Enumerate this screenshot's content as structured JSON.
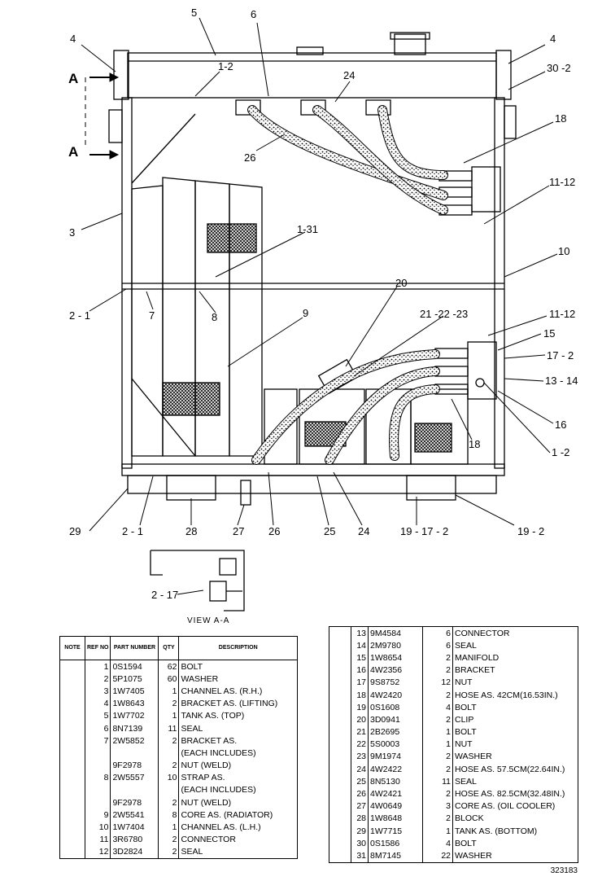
{
  "callouts": {
    "c4a": "4",
    "c5": "5",
    "c6": "6",
    "c4b": "4",
    "c30_2": "30  -2",
    "c1_2a": "1-2",
    "c24a": "24",
    "c18a": "18",
    "c26a": "26",
    "c11_12a": "11-12",
    "c3": "3",
    "c1_31": "1-31",
    "c10": "10",
    "c2_1a": "2 - 1",
    "c7": "7",
    "c8": "8",
    "c9": "9",
    "c20": "20",
    "c21_23": "21 -22  -23",
    "c11_12b": "11-12",
    "c15": "15",
    "c17_2": "17 - 2",
    "c13_14": "13 - 14",
    "c16": "16",
    "c1_2b": "1 -2",
    "c18b": "18",
    "c29": "29",
    "c2_1b": "2 - 1",
    "c28": "28",
    "c27": "27",
    "c26b": "26",
    "c25": "25",
    "c24b": "24",
    "c19_17_2": "19 - 17 - 2",
    "c19_2": "19 - 2",
    "cA1": "A",
    "cA2": "A",
    "c2_17": "2 - 17"
  },
  "view_caption": "VIEW   A-A",
  "table_headers": {
    "note": "NOTE",
    "ref": "REF NO",
    "part": "PART NUMBER",
    "qty": "QTY",
    "desc": "DESCRIPTION"
  },
  "parts_left": [
    {
      "ref": "1",
      "pn": "0S1594",
      "qty": "62",
      "desc": "BOLT"
    },
    {
      "ref": "2",
      "pn": "5P1075",
      "qty": "60",
      "desc": "WASHER"
    },
    {
      "ref": "3",
      "pn": "1W7405",
      "qty": "1",
      "desc": "CHANNEL  AS.  (R.H.)"
    },
    {
      "ref": "4",
      "pn": "1W8643",
      "qty": "2",
      "desc": "BRACKET  AS.  (LIFTING)"
    },
    {
      "ref": "5",
      "pn": "1W7702",
      "qty": "1",
      "desc": "TANK  AS.  (TOP)"
    },
    {
      "ref": "6",
      "pn": "8N7139",
      "qty": "11",
      "desc": "SEAL"
    },
    {
      "ref": "7",
      "pn": "2W5852",
      "qty": "2",
      "desc": "BRACKET  AS."
    },
    {
      "ref": "",
      "pn": "",
      "qty": "",
      "desc": "(EACH  INCLUDES)"
    },
    {
      "ref": "",
      "pn": "9F2978",
      "qty": "2",
      "desc": "NUT  (WELD)"
    },
    {
      "ref": "8",
      "pn": "2W5557",
      "qty": "10",
      "desc": "STRAP  AS."
    },
    {
      "ref": "",
      "pn": "",
      "qty": "",
      "desc": "(EACH  INCLUDES)"
    },
    {
      "ref": "",
      "pn": "9F2978",
      "qty": "2",
      "desc": "NUT  (WELD)"
    },
    {
      "ref": "9",
      "pn": "2W5541",
      "qty": "8",
      "desc": "CORE  AS.  (RADIATOR)"
    },
    {
      "ref": "10",
      "pn": "1W7404",
      "qty": "1",
      "desc": "CHANNEL  AS.  (L.H.)"
    },
    {
      "ref": "11",
      "pn": "3R6780",
      "qty": "2",
      "desc": "CONNECTOR"
    },
    {
      "ref": "12",
      "pn": "3D2824",
      "qty": "2",
      "desc": "SEAL"
    }
  ],
  "parts_right": [
    {
      "ref": "13",
      "pn": "9M4584",
      "qty": "6",
      "desc": "CONNECTOR"
    },
    {
      "ref": "14",
      "pn": "2M9780",
      "qty": "6",
      "desc": "SEAL"
    },
    {
      "ref": "15",
      "pn": "1W8654",
      "qty": "2",
      "desc": "MANIFOLD"
    },
    {
      "ref": "16",
      "pn": "4W2356",
      "qty": "2",
      "desc": "BRACKET"
    },
    {
      "ref": "17",
      "pn": "9S8752",
      "qty": "12",
      "desc": "NUT"
    },
    {
      "ref": "18",
      "pn": "4W2420",
      "qty": "2",
      "desc": "HOSE  AS.  42CM(16.53IN.)"
    },
    {
      "ref": "19",
      "pn": "0S1608",
      "qty": "4",
      "desc": "BOLT"
    },
    {
      "ref": "20",
      "pn": "3D0941",
      "qty": "2",
      "desc": "CLIP"
    },
    {
      "ref": "21",
      "pn": "2B2695",
      "qty": "1",
      "desc": "BOLT"
    },
    {
      "ref": "22",
      "pn": "5S0003",
      "qty": "1",
      "desc": "NUT"
    },
    {
      "ref": "23",
      "pn": "9M1974",
      "qty": "2",
      "desc": "WASHER"
    },
    {
      "ref": "24",
      "pn": "4W2422",
      "qty": "2",
      "desc": "HOSE  AS.  57.5CM(22.64IN.)"
    },
    {
      "ref": "25",
      "pn": "8N5130",
      "qty": "11",
      "desc": "SEAL"
    },
    {
      "ref": "26",
      "pn": "4W2421",
      "qty": "2",
      "desc": "HOSE  AS.  82.5CM(32.48IN.)"
    },
    {
      "ref": "27",
      "pn": "4W0649",
      "qty": "3",
      "desc": "CORE  AS.  (OIL  COOLER)"
    },
    {
      "ref": "28",
      "pn": "1W8648",
      "qty": "2",
      "desc": "BLOCK"
    },
    {
      "ref": "29",
      "pn": "1W7715",
      "qty": "1",
      "desc": "TANK  AS.  (BOTTOM)"
    },
    {
      "ref": "30",
      "pn": "0S1586",
      "qty": "4",
      "desc": "BOLT"
    },
    {
      "ref": "31",
      "pn": "8M7145",
      "qty": "22",
      "desc": "WASHER"
    }
  ],
  "drawing_number": "323183"
}
